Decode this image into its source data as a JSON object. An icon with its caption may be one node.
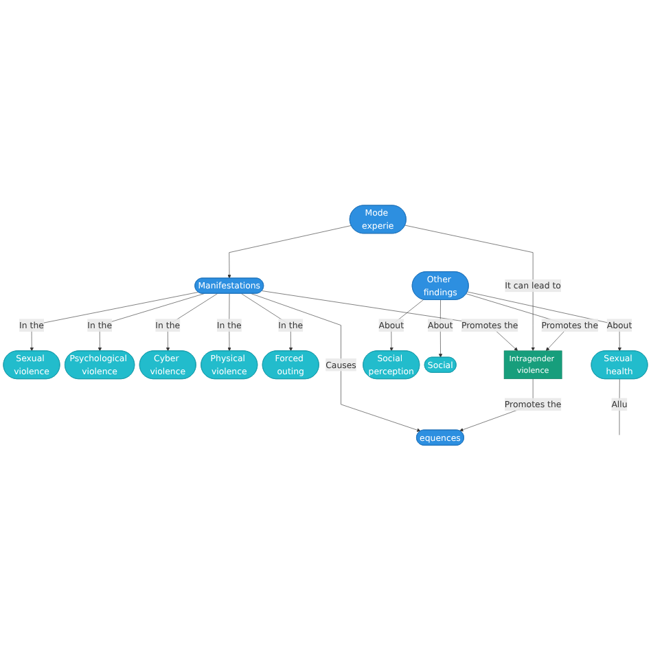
{
  "diagram": {
    "nodes": [
      {
        "text": [
          "Sexual violence"
        ]
      },
      {
        "text": [
          "Psychological violence"
        ]
      },
      {
        "text": [
          "Cyber violence"
        ]
      },
      {
        "text": [
          "Physical violence"
        ]
      },
      {
        "text": [
          "Manifestations"
        ]
      },
      {
        "text": [
          "Forced outing"
        ]
      },
      {
        "text": [
          "equences"
        ]
      },
      {
        "text": [
          "Intragender violence"
        ]
      },
      {
        "text": [
          "Mode experie"
        ]
      },
      {
        "text": [
          "Other findings"
        ]
      },
      {
        "text": [
          "Social perception"
        ]
      },
      {
        "text": [
          "Social"
        ]
      },
      {
        "text": [
          "Sexual health"
        ]
      }
    ],
    "edges": [
      {
        "from": 4,
        "to": 0,
        "arrow": "to",
        "label": "In the"
      },
      {
        "from": 4,
        "to": 1,
        "arrow": "to",
        "label": "In the"
      },
      {
        "from": 4,
        "to": 2,
        "arrow": "to",
        "label": "In the"
      },
      {
        "from": 4,
        "to": 3,
        "arrow": "to",
        "label": "In the"
      },
      {
        "from": 4,
        "to": 5,
        "arrow": "to",
        "label": "In the"
      },
      {
        "from": 4,
        "to": 6,
        "arrow": "to",
        "label": "Causes"
      },
      {
        "from": 4,
        "to": 7,
        "arrow": "to",
        "label": "Promotes the"
      },
      {
        "from": 7,
        "to": 6,
        "arrow": "to",
        "label": "Promotes the"
      },
      {
        "from": 8,
        "to": 7,
        "arrow": "to",
        "label": "It can lead to"
      },
      {
        "from": 8,
        "to": 4,
        "arrow": "to"
      },
      {
        "from": 9,
        "to": 7,
        "arrow": "to",
        "label": "Promotes the"
      },
      {
        "from": 9,
        "to": 10,
        "arrow": "to",
        "label": "About"
      },
      {
        "from": 9,
        "to": 11,
        "arrow": "to",
        "label": "About"
      },
      {
        "from": 9,
        "to": 12,
        "arrow": "to",
        "label": "About"
      },
      {
        "from": 12,
        "to": null,
        "arrow": "none",
        "label": "Allu"
      }
    ]
  }
}
